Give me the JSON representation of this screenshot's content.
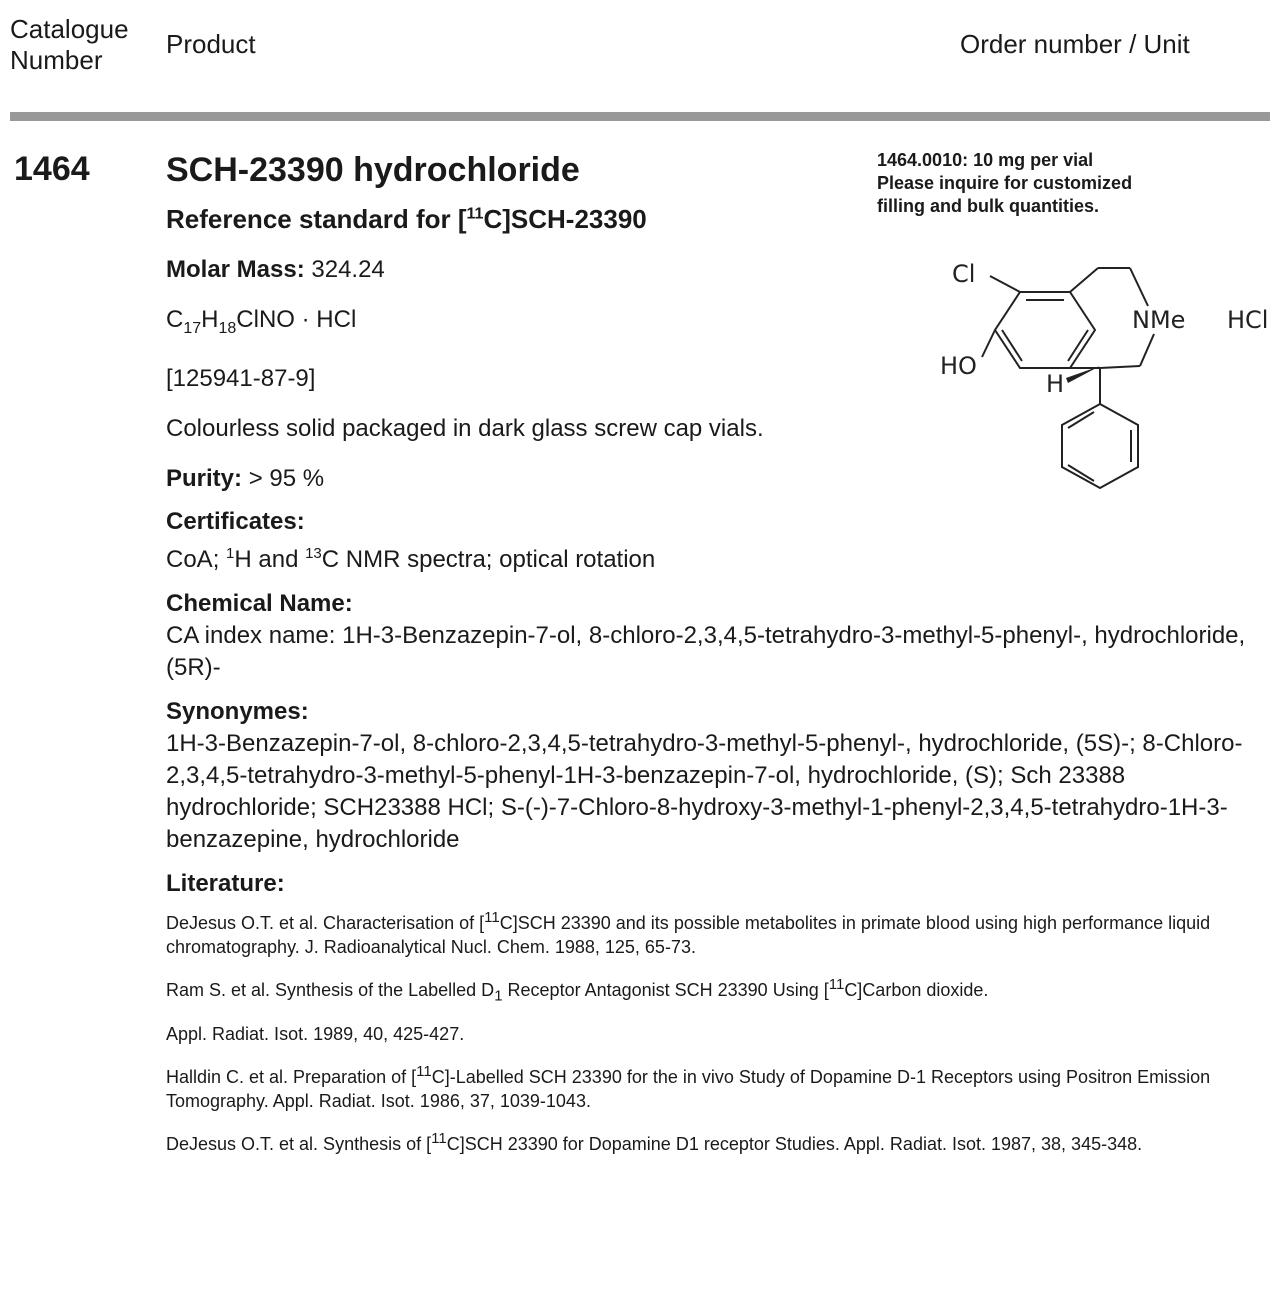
{
  "header": {
    "catalogue_number_line1": "Catalogue",
    "catalogue_number_line2": "Number",
    "product": "Product",
    "order_unit": "Order number / Unit"
  },
  "product": {
    "catalogue_number": "1464",
    "name": "SCH-23390 hydrochloride",
    "subtitle_prefix": "Reference standard for [",
    "subtitle_sup": "11",
    "subtitle_suffix": "C]SCH-23390",
    "molar_mass_label": "Molar Mass:",
    "molar_mass_value": "324.24",
    "formula_parts": {
      "c": "C",
      "c_sub": "17",
      "h": "H",
      "h_sub": "18",
      "rest": "ClNO · HCl"
    },
    "cas": "[125941-87-9]",
    "description": "Colourless solid packaged in dark glass screw cap vials.",
    "purity_label": "Purity:",
    "purity_value": "> 95 %"
  },
  "order": {
    "line1": "1464.0010: 10 mg per vial",
    "line2": "Please inquire for customized",
    "line3": "filling and bulk quantities."
  },
  "structure": {
    "label_cl": "Cl",
    "label_nme": "NMe",
    "label_hcl": "HCl",
    "label_ho": "HO",
    "label_h": "H"
  },
  "certificates": {
    "heading": "Certificates:",
    "p1": "CoA; ",
    "sup1": "1",
    "p2": "H and ",
    "sup2": "13",
    "p3": "C NMR spectra; optical rotation"
  },
  "chemical_name": {
    "heading": "Chemical Name:",
    "text": "CA index name: 1H-3-Benzazepin-7-ol, 8-chloro-2,3,4,5-tetrahydro-3-methyl-5-phenyl-, hydrochloride, (5R)-"
  },
  "synonymes": {
    "heading": "Synonymes:",
    "text": "1H-3-Benzazepin-7-ol, 8-chloro-2,3,4,5-tetrahydro-3-methyl-5-phenyl-, hydrochloride, (5S)-; 8-Chloro-2,3,4,5-tetrahydro-3-methyl-5-phenyl-1H-3-benzazepin-7-ol, hydrochloride, (S); Sch 23388 hydrochloride; SCH23388 HCl; S-(-)-7-Chloro-8-hydroxy-3-methyl-1-phenyl-2,3,4,5-tetrahydro-1H-3-benzazepine, hydrochloride"
  },
  "literature": {
    "heading": "Literature:",
    "ref1_a": "DeJesus O.T. et al. Characterisation of [",
    "ref1_sup": "11",
    "ref1_b": "C]SCH 23390 and its possible metabolites in primate blood using high performance liquid chromatography. J. Radioanalytical Nucl. Chem. 1988, 125, 65-73.",
    "ref2_a": "Ram S. et al. Synthesis of the Labelled D",
    "ref2_sub": "1",
    "ref2_b": " Receptor Antagonist SCH 23390 Using [",
    "ref2_sup": "11",
    "ref2_c": "C]Carbon dioxide.",
    "ref2_d": "Appl. Radiat. Isot. 1989, 40, 425-427.",
    "ref3_a": "Halldin C. et al. Preparation of [",
    "ref3_sup": "11",
    "ref3_b": "C]-Labelled SCH 23390 for the in vivo Study of Dopamine D-1 Receptors using Positron Emission Tomography. Appl. Radiat. Isot. 1986, 37, 1039-1043.",
    "ref4_a": "DeJesus O.T. et al. Synthesis of [",
    "ref4_sup": "11",
    "ref4_b": "C]SCH 23390 for Dopamine D1 receptor Studies. Appl. Radiat. Isot. 1987, 38, 345-348."
  }
}
